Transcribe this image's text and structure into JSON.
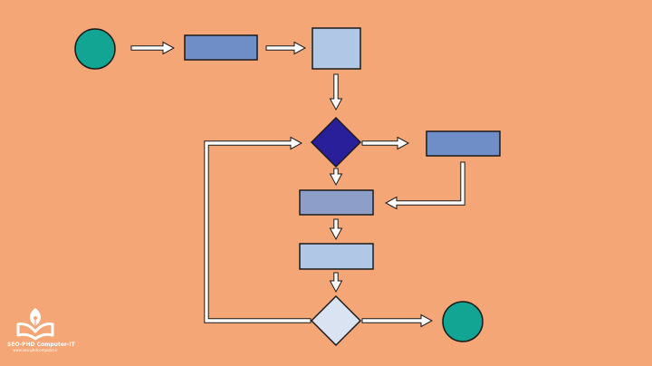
{
  "diagram": {
    "type": "flowchart",
    "colors": {
      "background": "#f5a676",
      "terminal": "#12a594",
      "process_blue": "#6f8dc7",
      "process_light": "#b0c7e6",
      "process_steel": "#8d9fc9",
      "decision_dark": "#2a1f9b",
      "decision_light": "#d9e3f2",
      "arrow_fill": "#ffffff",
      "stroke": "#1a1a1a"
    },
    "nodes": [
      {
        "id": "start",
        "shape": "circle",
        "color": "terminal"
      },
      {
        "id": "process-1",
        "shape": "rectangle",
        "color": "process_blue"
      },
      {
        "id": "process-2",
        "shape": "square",
        "color": "process_light"
      },
      {
        "id": "decision-1",
        "shape": "diamond",
        "color": "decision_dark"
      },
      {
        "id": "process-3",
        "shape": "rectangle",
        "color": "process_blue"
      },
      {
        "id": "process-4",
        "shape": "rectangle",
        "color": "process_steel"
      },
      {
        "id": "process-5",
        "shape": "rectangle",
        "color": "process_light"
      },
      {
        "id": "decision-2",
        "shape": "diamond",
        "color": "decision_light"
      },
      {
        "id": "end",
        "shape": "circle",
        "color": "terminal"
      }
    ],
    "edges": [
      {
        "from": "start",
        "to": "process-1"
      },
      {
        "from": "process-1",
        "to": "process-2"
      },
      {
        "from": "process-2",
        "to": "decision-1"
      },
      {
        "from": "decision-1",
        "to": "process-3"
      },
      {
        "from": "decision-1",
        "to": "process-4"
      },
      {
        "from": "process-3",
        "to": "process-4"
      },
      {
        "from": "process-4",
        "to": "process-5"
      },
      {
        "from": "process-5",
        "to": "decision-2"
      },
      {
        "from": "decision-2",
        "to": "end"
      },
      {
        "from": "decision-2",
        "to": "decision-1"
      }
    ]
  },
  "logo": {
    "name": "SEO-PHD Computer-IT",
    "url": "www.seo-phdcomputer.ir",
    "icon": "pen-nib-book-icon",
    "color": "#ffffff"
  }
}
